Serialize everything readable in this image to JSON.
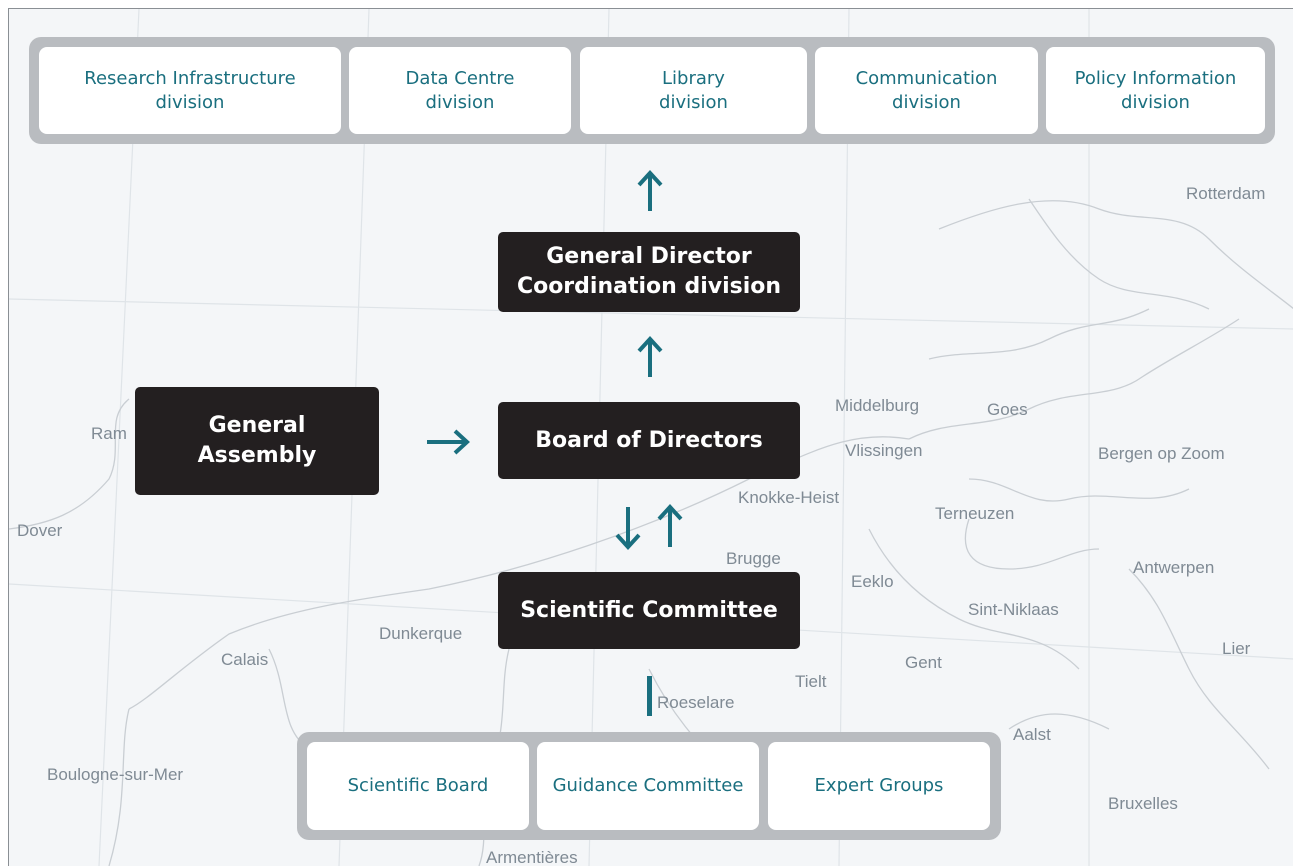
{
  "divisions": [
    {
      "line1": "Research Infrastructure",
      "line2": "division"
    },
    {
      "line1": "Data Centre",
      "line2": "division"
    },
    {
      "line1": "Library",
      "line2": "division"
    },
    {
      "line1": "Communication",
      "line2": "division"
    },
    {
      "line1": "Policy Information",
      "line2": "division"
    }
  ],
  "general_director": {
    "line1": "General Director",
    "line2": "Coordination division"
  },
  "general_assembly": {
    "line1": "General",
    "line2": "Assembly"
  },
  "board_of_directors": "Board of Directors",
  "scientific_committee": "Scientific Committee",
  "advisory_bodies": [
    "Scientific Board",
    "Guidance Committee",
    "Expert Groups"
  ],
  "map_labels": {
    "rotterdam": "Rotterdam",
    "middelburg": "Middelburg",
    "goes": "Goes",
    "vlissingen": "Vlissingen",
    "bergen_op_zoom": "Bergen op Zoom",
    "ramsgate": "Ram",
    "knokke_heist": "Knokke-Heist",
    "terneuzen": "Terneuzen",
    "dover": "Dover",
    "brugge": "Brugge",
    "antwerpen": "Antwerpen",
    "eeklo": "Eeklo",
    "sint_niklaas": "Sint-Niklaas",
    "dunkerque": "Dunkerque",
    "lier": "Lier",
    "calais": "Calais",
    "gent": "Gent",
    "tielt": "Tielt",
    "roeselare": "Roeselare",
    "aalst": "Aalst",
    "boulogne": "Boulogne-sur-Mer",
    "bruxelles": "Bruxelles",
    "armentieres": "Armentières"
  },
  "colors": {
    "accent": "#1a6f7f",
    "dark_box": "#231f20",
    "tray": "#b9bcc0",
    "map_text": "#7f8a94"
  }
}
